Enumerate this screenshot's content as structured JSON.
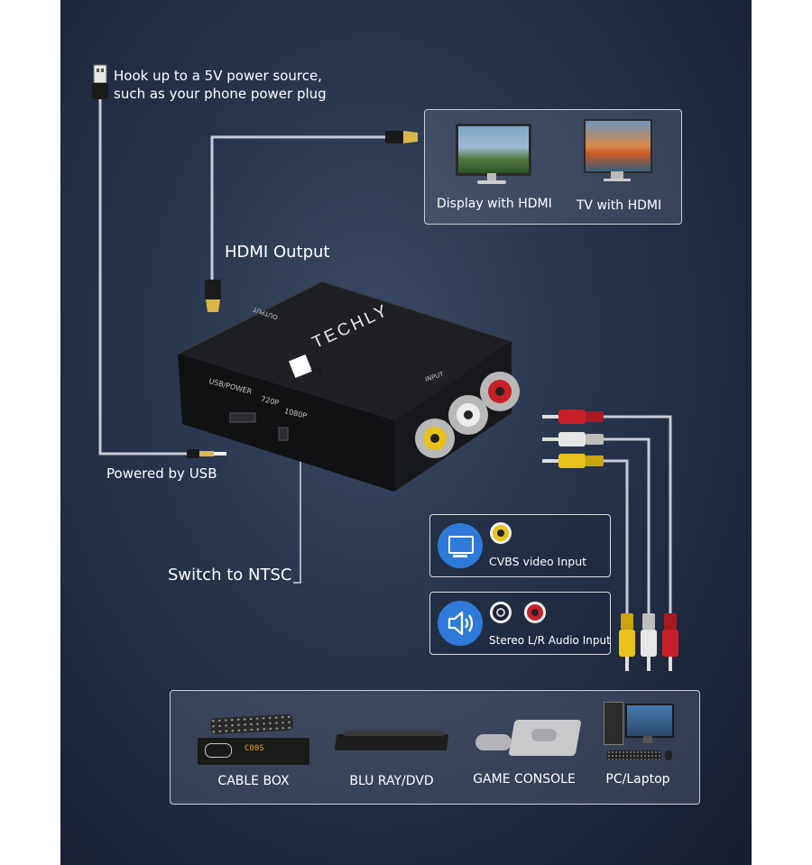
{
  "callouts": {
    "power_source_line1": "Hook up to a 5V power source,",
    "power_source_line2": "such as your phone power plug",
    "hdmi_output": "HDMI Output",
    "powered_by_usb": "Powered by USB",
    "switch_ntsc": "Switch to NTSC"
  },
  "hdmi_targets": {
    "display": "Display with HDMI",
    "tv": "TV with HDMI"
  },
  "device": {
    "brand": "TECHLY",
    "logo_badge": "Ty",
    "label_output": "OUTPUT",
    "label_input": "INPUT",
    "label_usb_power": "USB/POWER",
    "label_720p": "720P",
    "label_1080p": "1080P"
  },
  "inputs": {
    "cvbs": "CVBS video Input",
    "audio": "Stereo L/R Audio Input"
  },
  "sources": [
    {
      "label": "CABLE BOX",
      "icon": "cable-box-icon"
    },
    {
      "label": "BLU RAY/DVD",
      "icon": "bluray-player-icon"
    },
    {
      "label": "GAME CONSOLE",
      "icon": "game-console-icon"
    },
    {
      "label": "PC/Laptop",
      "icon": "desktop-pc-icon"
    }
  ],
  "cable_box_display": "C00S",
  "colors": {
    "background": "#26324a",
    "rca_yellow": "#e8c21a",
    "rca_white": "#e6e6e6",
    "rca_red": "#c8202a",
    "accent_blue": "#2f7ad8"
  }
}
